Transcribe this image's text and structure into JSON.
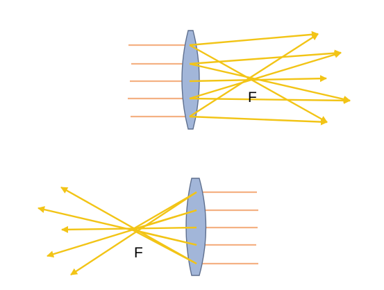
{
  "colors": {
    "incident_ray": "#f4b183",
    "refracted_ray": "#f2c416",
    "lens_fill": "#a2b6d9",
    "lens_stroke": "#5e6f8e",
    "label": "#000000"
  },
  "diagrams": [
    {
      "focus_label": "F",
      "incoming_ray_count": 5,
      "outgoing_ray_count": 5
    },
    {
      "focus_label": "F",
      "incoming_ray_count": 5,
      "outgoing_ray_count": 5
    }
  ]
}
